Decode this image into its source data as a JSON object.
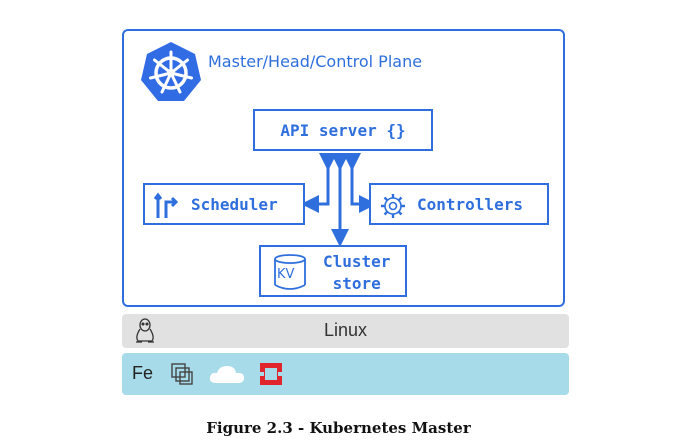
{
  "master": {
    "title": "Master/Head/Control Plane"
  },
  "components": {
    "api_server": "API server {}",
    "scheduler": "Scheduler",
    "controllers": "Controllers",
    "cluster_store_line1": "Cluster",
    "cluster_store_line2": "store",
    "kv_label": "KV"
  },
  "os": {
    "label": "Linux"
  },
  "infra": {
    "fe_label": "Fe"
  },
  "caption": "Figure 2.3 - Kubernetes Master",
  "colors": {
    "accent": "#2f6fdd",
    "linux_bar": "#e1e1e1",
    "infra_bar": "#a7dbe9",
    "openshift_red": "#e0262c"
  },
  "icons": [
    "kubernetes-logo",
    "scheduler-icon",
    "gear-icon",
    "database-icon",
    "linux-tux-icon",
    "vmware-icon",
    "cloud-icon",
    "openshift-icon"
  ]
}
